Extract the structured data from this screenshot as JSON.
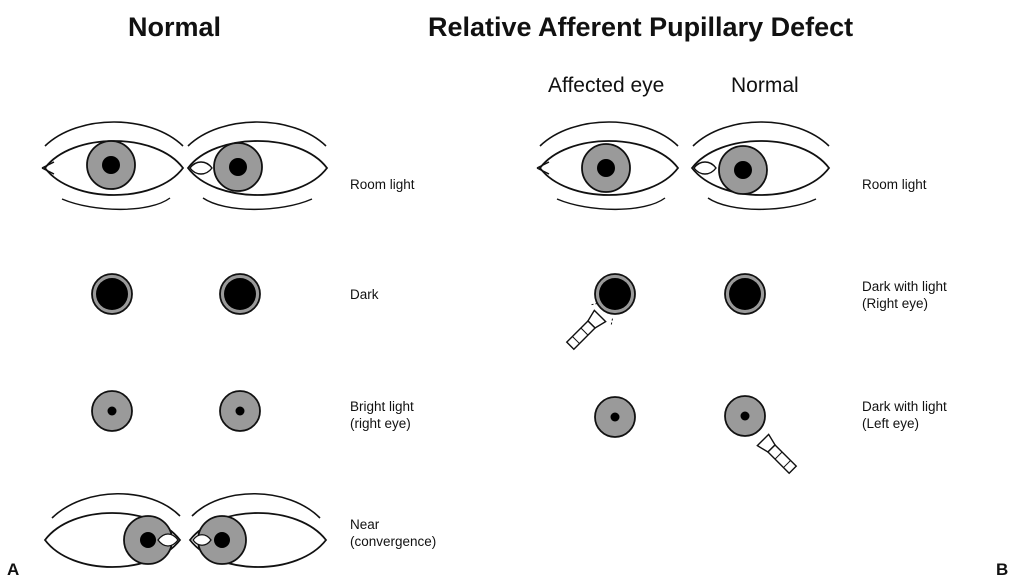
{
  "titles": {
    "normal": "Normal",
    "rapd": "Relative Afferent Pupillary Defect"
  },
  "columns": {
    "affected": "Affected eye",
    "normal": "Normal"
  },
  "normal_labels": {
    "room": "Room light",
    "dark": "Dark",
    "bright_1": "Bright light",
    "bright_2": "(right eye)",
    "near_1": "Near",
    "near_2": "(convergence)"
  },
  "rapd_labels": {
    "room": "Room light",
    "right_1": "Dark with light",
    "right_2": "(Right eye)",
    "left_1": "Dark with light",
    "left_2": "(Left eye)"
  },
  "panels": {
    "a": "A",
    "b": "B"
  },
  "colors": {
    "iris": "#9a9a9a",
    "pupil": "#000000",
    "line": "#111111"
  }
}
